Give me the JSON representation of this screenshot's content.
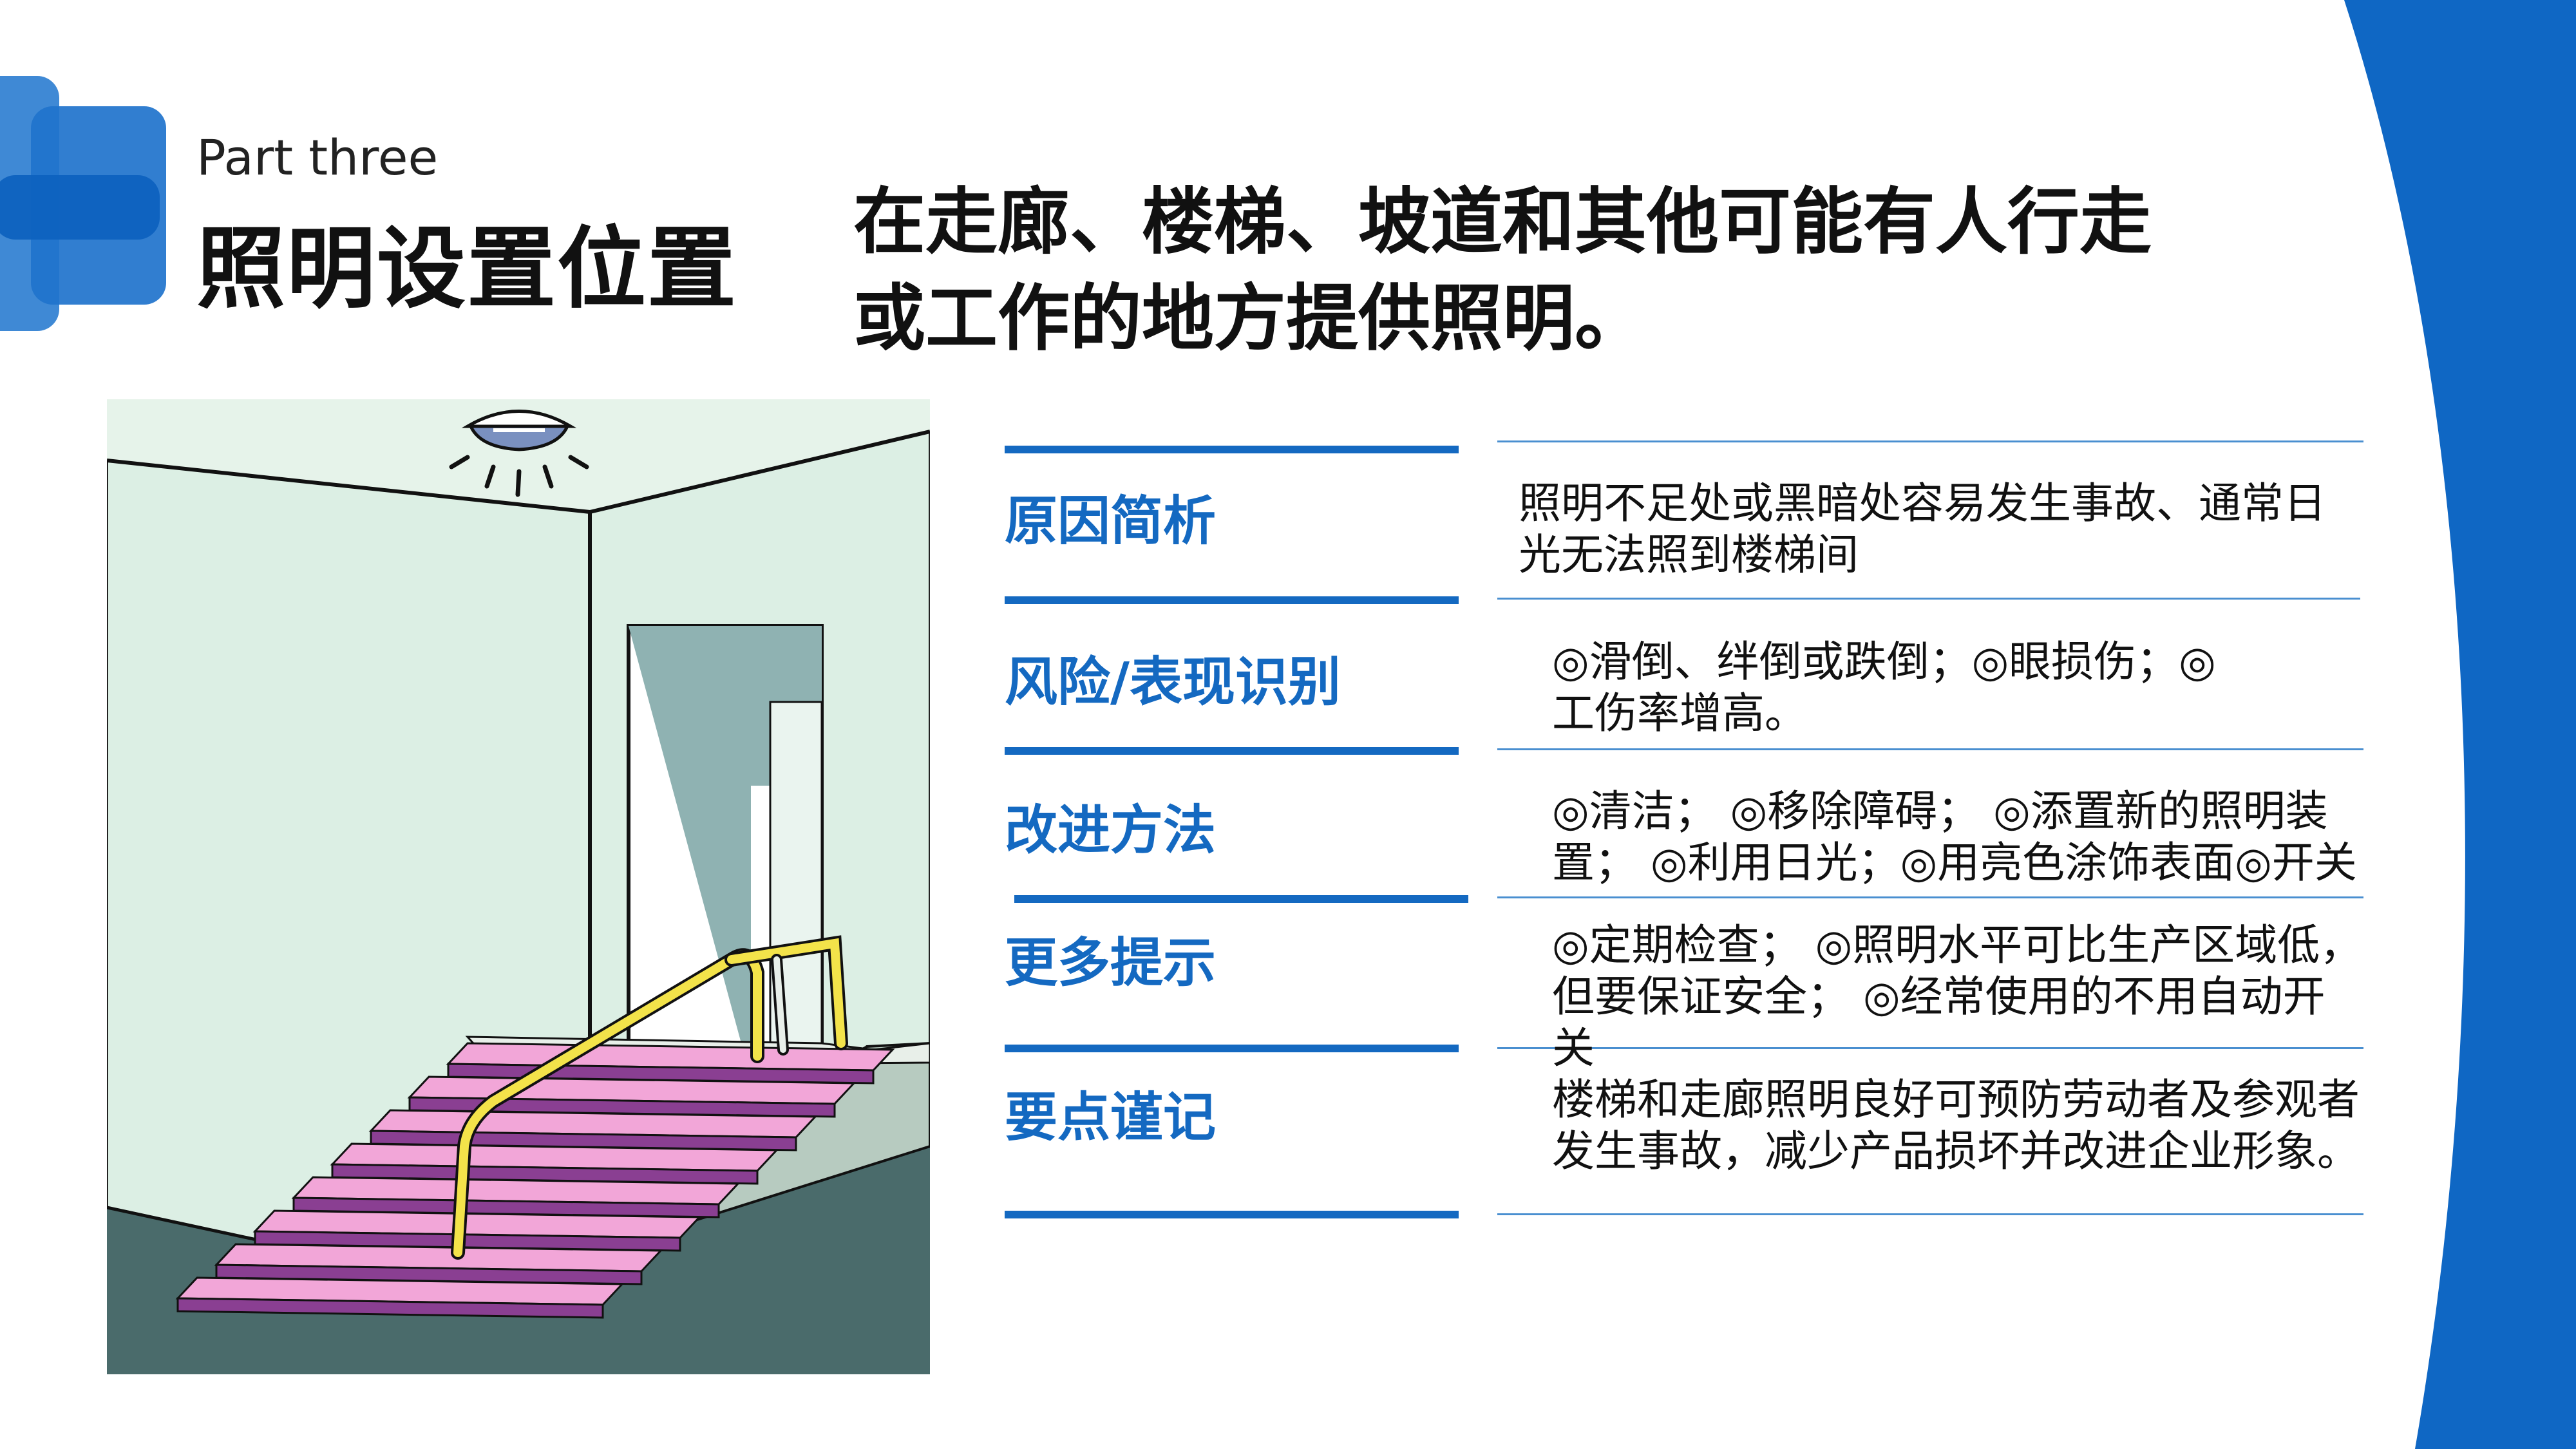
{
  "header": {
    "part_label": "Part three",
    "section_title": "照明设置位置",
    "headline_line1": "在走廊、楼梯、坡道和其他可能有人行走",
    "headline_line2": "或工作的地方提供照明。"
  },
  "table": {
    "rows": [
      {
        "label": "原因简析",
        "text": "照明不足处或黑暗处容易发生事故、通常日光无法照到楼梯间"
      },
      {
        "label": "风险/表现识别",
        "text": "◎滑倒、绊倒或跌倒；◎眼损伤；◎工伤率增高。"
      },
      {
        "label": "改进方法",
        "text": "◎清洁； ◎移除障碍； ◎添置新的照明装置； ◎利用日光；◎用亮色涂饰表面◎开关"
      },
      {
        "label": "更多提示",
        "text": "◎定期检查； ◎照明水平可比生产区域低，但要保证安全； ◎经常使用的不用自动开关"
      },
      {
        "label": "要点谨记",
        "text": "楼梯和走廊照明良好可预防劳动者及参观者发生事故，减少产品损坏并改进企业形象。"
      }
    ]
  },
  "colors": {
    "accent_blue": "#1469c1",
    "wall_green": "#dcefe4",
    "floor_teal": "#4a6b6b",
    "stair_pink": "#f2a6d8",
    "stair_purple": "#8a3f92",
    "handrail_yellow": "#f3e34a"
  },
  "icons": {
    "ceiling_light": "ceiling-light-icon"
  }
}
